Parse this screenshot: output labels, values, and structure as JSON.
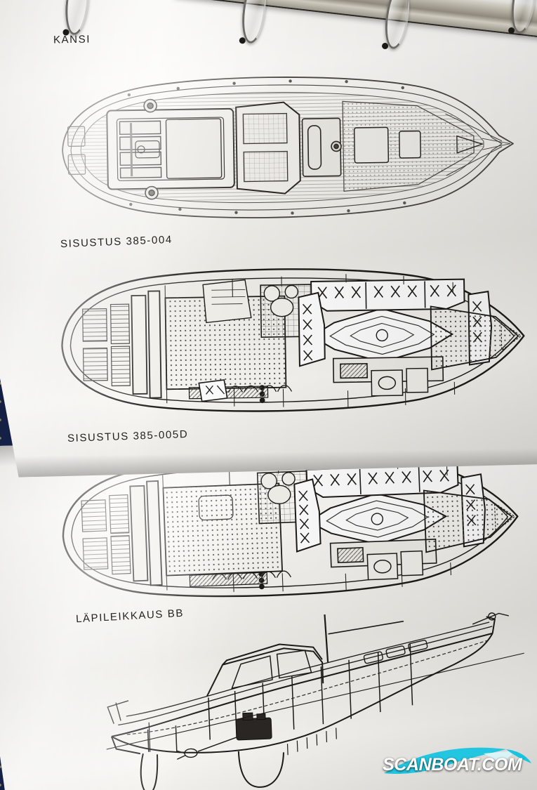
{
  "photo": {
    "subject": "Spiral-bound boat brochure page with sailboat technical drawings, photographed on dark blue patterned fabric",
    "background_color": "#15254f",
    "paper_color": "#f4f3ef",
    "ink_color": "#24211d"
  },
  "binder": {
    "bar_label": "spiral-binder-bar",
    "ring_count": 4
  },
  "labels": {
    "deck": "KANSI",
    "interior_a": "SISUSTUS 385-004",
    "interior_b": "SISUSTUS 385-005D",
    "section": "LÄPILEIKKAUS BB"
  },
  "drawings": [
    {
      "id": "deck-plan",
      "caption": "KANSI",
      "view": "deck plan view of sailboat from above"
    },
    {
      "id": "interior-plan-a",
      "caption": "SISUSTUS 385-004",
      "view": "interior accommodation layout plan"
    },
    {
      "id": "interior-plan-b",
      "caption": "SISUSTUS 385-005D",
      "view": "alternative interior accommodation layout plan"
    },
    {
      "id": "section-bb",
      "caption": "LÄPILEIKKAUS BB",
      "view": "longitudinal cross-section side profile with keel and rudder"
    }
  ],
  "watermark": {
    "text": "SCANBOAT.COM",
    "text_color": "#ffffff",
    "accent_color": "#18c4e0"
  }
}
